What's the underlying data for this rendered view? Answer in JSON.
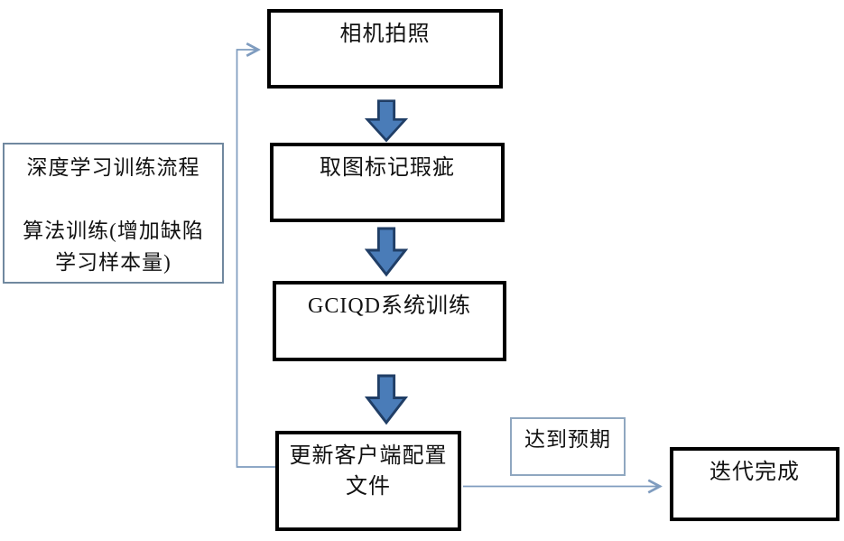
{
  "diagram": {
    "nodes": {
      "camera": {
        "label": "相机拍照"
      },
      "mark": {
        "label": "取图标记瑕疵"
      },
      "train": {
        "label": "GCIQD系统训练"
      },
      "update": {
        "label": "更新客户端配置\n文件"
      },
      "side_note": {
        "label": "深度学习训练流程\n\n算法训练(增加缺陷\n学习样本量)"
      },
      "expected": {
        "label": "达到预期"
      },
      "done": {
        "label": "迭代完成"
      }
    },
    "edges": [
      {
        "from": "camera",
        "to": "mark",
        "style": "block-arrow-down"
      },
      {
        "from": "mark",
        "to": "train",
        "style": "block-arrow-down"
      },
      {
        "from": "train",
        "to": "update",
        "style": "block-arrow-down"
      },
      {
        "from": "update",
        "to": "camera",
        "style": "thin-elbow-arrow"
      },
      {
        "from": "update",
        "to": "done",
        "style": "thin-arrow",
        "label": "达到预期"
      }
    ],
    "colors": {
      "process_border": "#000000",
      "note_border": "#70889f",
      "expected_border": "#8fa7c0",
      "block_arrow_fill": "#4a7cb8",
      "block_arrow_stroke": "#203e66",
      "connector": "#7f9cbf",
      "text": "#111111",
      "background": "#ffffff"
    }
  }
}
